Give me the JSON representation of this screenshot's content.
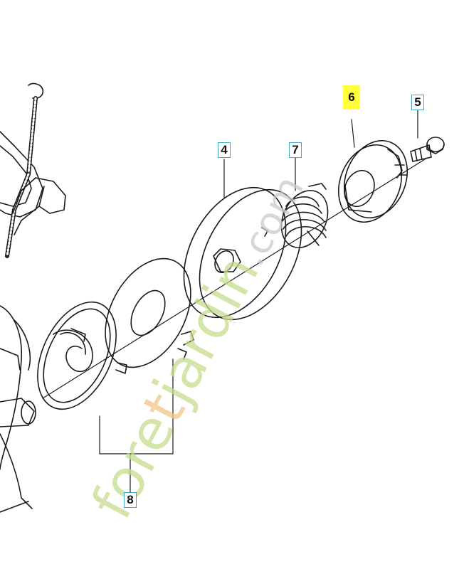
{
  "callouts": {
    "c4": "4",
    "c5": "5",
    "c6": "6",
    "c7": "7",
    "c8": "8"
  },
  "watermark": {
    "part1": "f",
    "part2": "ore",
    "part3": "t",
    "part4": "jardin",
    "part5": ".com"
  },
  "colors": {
    "line": "#1a1a1a",
    "callout_border": "#3fa9c9",
    "highlight": "#ffff3c",
    "watermark_green": "#c5dc8e",
    "watermark_orange": "#f3c48a",
    "watermark_gray": "#c9c9c9"
  }
}
